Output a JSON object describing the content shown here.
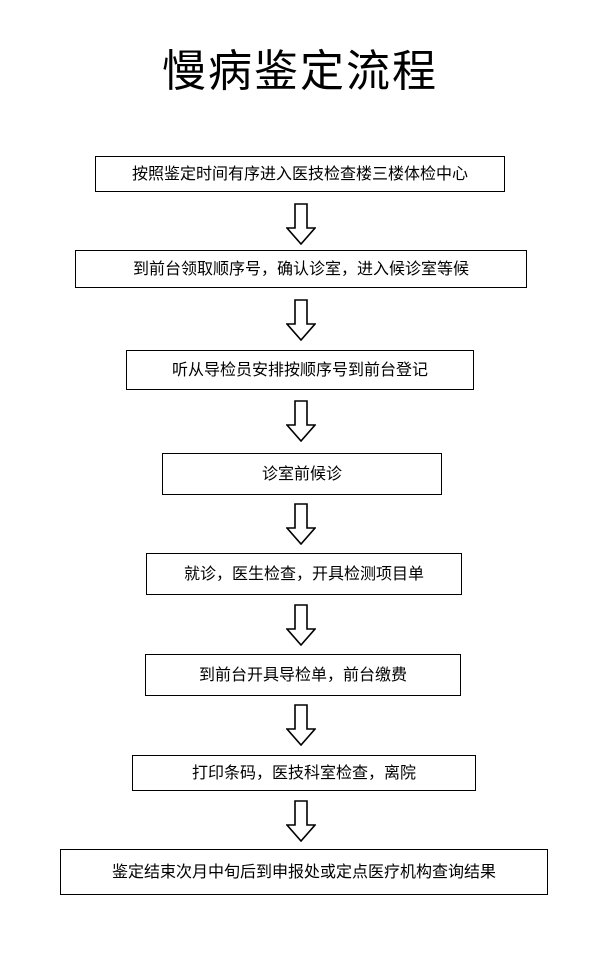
{
  "title": "慢病鉴定流程",
  "steps": [
    {
      "label": "按照鉴定时间有序进入医技检查楼三楼体检中心"
    },
    {
      "label": "到前台领取顺序号，确认诊室，进入候诊室等候"
    },
    {
      "label": "听从导检员安排按顺序号到前台登记"
    },
    {
      "label": "诊室前候诊"
    },
    {
      "label": "就诊，医生检查，开具检测项目单"
    },
    {
      "label": "到前台开具导检单，前台缴费"
    },
    {
      "label": "打印条码，医技科室检查，离院"
    },
    {
      "label": "鉴定结束次月中旬后到申报处或定点医疗机构查询结果"
    }
  ],
  "icons": {
    "arrow": "down-arrow-icon"
  }
}
